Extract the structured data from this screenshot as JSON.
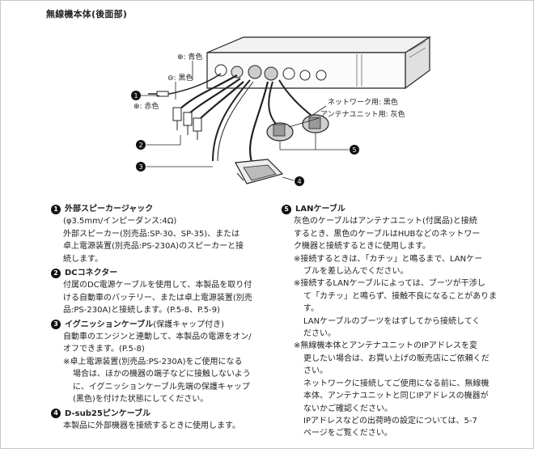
{
  "page_title": "無線機本体(後面部)",
  "diagram": {
    "plus_label": "⊕: 青色",
    "minus_label": "⊖: 黒色",
    "plus_label2": "⊕: 赤色",
    "network_label": "ネットワーク用: 黒色",
    "antenna_label": "アンテナユニット用: 灰色",
    "callouts": [
      "1",
      "2",
      "3",
      "4",
      "5"
    ]
  },
  "sections": {
    "s1": {
      "num": "1",
      "title": "外部スピーカージャック",
      "lines": [
        "(φ3.5mm/インピーダンス:4Ω)",
        "外部スピーカー(別売品:SP-30、SP-35)、または",
        "卓上電源装置(別売品:PS-230A)のスピーカーと接",
        "続します。"
      ]
    },
    "s2": {
      "num": "2",
      "title": "DCコネクター",
      "lines": [
        "付属のDC電源ケーブルを使用して、本製品を取り付",
        "ける自動車のバッテリー、または卓上電源装置(別売",
        "品:PS-230A)と接続します。(P.5-8、P.5-9)"
      ]
    },
    "s3": {
      "num": "3",
      "title": "イグニッションケーブル",
      "title_suffix": "(保護キャップ付き)",
      "lines": [
        "自動車のエンジンと連動して、本製品の電源をオン/",
        "オフできます。(P.5-8)"
      ],
      "notes": [
        "※卓上電源装置(別売品:PS-230A)をご使用になる",
        "場合は、ほかの機器の端子などに接触しないよう",
        "に、イグニッションケーブル先端の保護キャップ",
        "(黒色)を付けた状態にしてください。"
      ]
    },
    "s4": {
      "num": "4",
      "title": "D-sub25ピンケーブル",
      "lines": [
        "本製品に外部機器を接続するときに使用します。"
      ]
    },
    "s5": {
      "num": "5",
      "title": "LANケーブル",
      "lines": [
        "灰色のケーブルはアンテナユニット(付属品)と接続",
        "するとき、黒色のケーブルはHUBなどのネットワー",
        "ク機器と接続するときに使用します。"
      ],
      "note1": [
        "※接続するときは、「カチッ」と鳴るまで、LANケー",
        "ブルを差し込んでください。"
      ],
      "note2": [
        "※接続するLANケーブルによっては、ブーツが干渉し",
        "て「カチッ」と鳴らず、接触不良になることがありま",
        "す。",
        "LANケーブルのブーツをはずしてから接続してく",
        "ださい。"
      ],
      "note3": [
        "※無線機本体とアンテナユニットのIPアドレスを変",
        "更したい場合は、お買い上げの販売店にご依頼くだ",
        "さい。",
        "ネットワークに接続してご使用になる前に、無線機",
        "本体、アンテナユニットと同じIPアドレスの機器が",
        "ないかご確認ください。",
        "IPアドレスなどの出荷時の設定については、5-7",
        "ページをご覧ください。"
      ]
    }
  }
}
